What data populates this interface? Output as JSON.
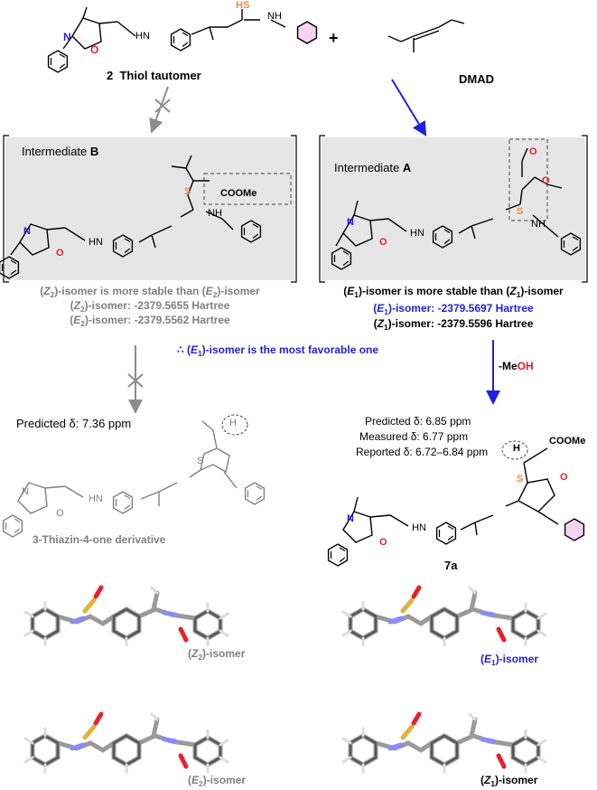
{
  "top": {
    "compound_label": "2",
    "tautomer_label": "Thiol tautomer",
    "plus": "+",
    "reagent_label": "DMAD"
  },
  "intermediate_b": {
    "label_prefix": "Intermediate ",
    "label_letter": "B",
    "group_label": "COOMe",
    "stability_line": {
      "p1": "(",
      "p2": "Z",
      "p3": "2",
      "p4": ")-isomer is more stable than (",
      "p5": "E",
      "p6": "2",
      "p7": ")-isomer"
    },
    "z2_line": {
      "p1": "(",
      "p2": "Z",
      "p3": "2",
      "p4": ")-isomer: -2379.5655 Hartree"
    },
    "e2_line": {
      "p1": "(",
      "p2": "E",
      "p3": "2",
      "p4": ")-isomer: -2379.5562 Hartree"
    }
  },
  "intermediate_a": {
    "label_prefix": "Intermediate ",
    "label_letter": "A",
    "stability_line": {
      "p1": "(",
      "p2": "E",
      "p3": "1",
      "p4": ")-isomer is more stable than (",
      "p5": "Z",
      "p6": "1",
      "p7": ")-isomer"
    },
    "e1_line": {
      "p1": "(",
      "p2": "E",
      "p3": "1",
      "p4": ")-isomer: -2379.5697 Hartree"
    },
    "z1_line": {
      "p1": "(",
      "p2": "Z",
      "p3": "1",
      "p4": ")-isomer: -2379.5596 Hartree"
    }
  },
  "conclusion": {
    "p1": "∴ (",
    "p2": "E",
    "p3": "1",
    "p4": ")-isomer is the most favorable one"
  },
  "reaction_condition": {
    "p1": "-Me",
    "p2": "OH"
  },
  "thiazinone": {
    "predicted": "Predicted δ: 7.36 ppm",
    "label": "3-Thiazin-4-one derivative",
    "h_label": "H"
  },
  "product_7a": {
    "predicted": "Predicted δ: 6.85 ppm",
    "measured": "Measured δ: 6.77 ppm",
    "reported": "Reported δ: 6.72–6.84 ppm",
    "label": "7a",
    "group_label": "COOMe",
    "h_label": "H"
  },
  "atoms": {
    "n": "N",
    "o": "O",
    "s": "S",
    "hn": "HN",
    "nh": "NH",
    "h": "H",
    "sh": "HS"
  },
  "models": {
    "z2": {
      "p1": "(",
      "p2": "Z",
      "p3": "2",
      "p4": ")-isomer"
    },
    "e1": {
      "p1": "(",
      "p2": "E",
      "p3": "1",
      "p4": ")-isomer"
    },
    "e2": {
      "p1": "(",
      "p2": "E",
      "p3": "2",
      "p4": ")-isomer"
    },
    "z1": {
      "p1": "(",
      "p2": "Z",
      "p3": "1",
      "p4": ")-isomer"
    }
  },
  "colors": {
    "blue": "#1f1fe0",
    "gray": "#7f7f7f",
    "red": "#e8202a",
    "orange": "#f08a3a",
    "sulfur": "#e2b23a",
    "pink": "#f5d4ef",
    "panel": "#e6e6e6"
  }
}
